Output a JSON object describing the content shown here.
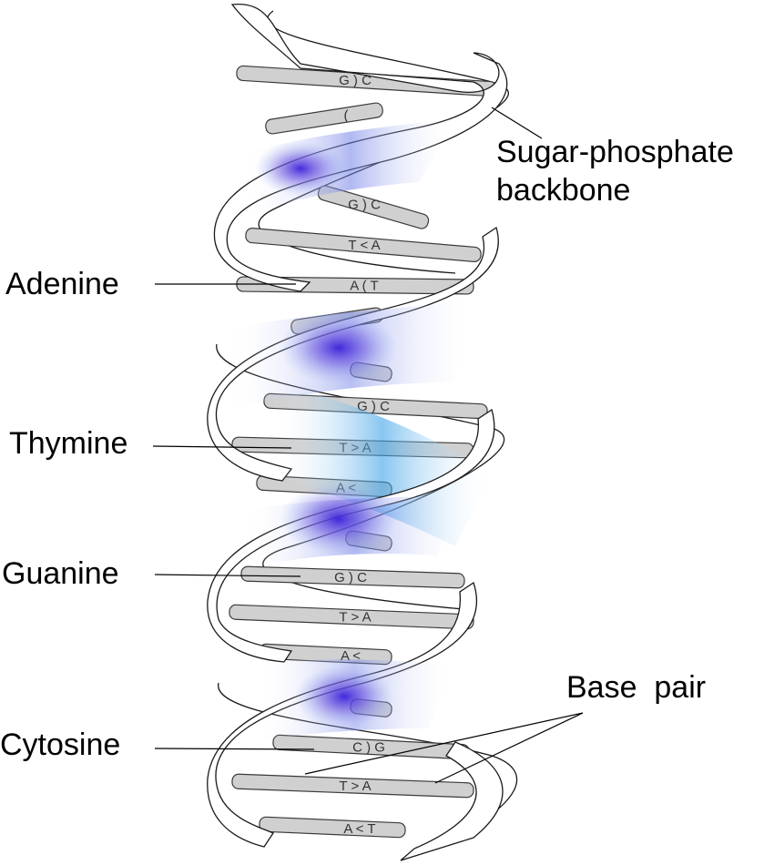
{
  "labels": {
    "backbone_line1": "Sugar-phosphate",
    "backbone_line2": "backbone",
    "adenine": "Adenine",
    "thymine": "Thymine",
    "guanine": "Guanine",
    "cytosine": "Cytosine",
    "base_pair": "Base  pair"
  },
  "rungs": [
    {
      "text": "G ) C"
    },
    {
      "text": "("
    },
    {
      "text": "G ) C"
    },
    {
      "text": "T < A"
    },
    {
      "text": "A ( T"
    },
    {
      "text": ""
    },
    {
      "text": ""
    },
    {
      "text": "G ) C"
    },
    {
      "text": "T > A"
    },
    {
      "text": "A <"
    },
    {
      "text": ""
    },
    {
      "text": "G ) C"
    },
    {
      "text": "T > A"
    },
    {
      "text": "A <"
    },
    {
      "text": ""
    },
    {
      "text": "C ) G"
    },
    {
      "text": "T > A"
    },
    {
      "text": "A < T"
    }
  ],
  "colors": {
    "rung_fill": "#d0d0d0",
    "rung_stroke": "#3a3a3a",
    "ribbon_stroke": "#1a1a1a",
    "ribbon_shade": "#5b3fd6",
    "ribbon_shade_light": "#4aa3e8"
  }
}
